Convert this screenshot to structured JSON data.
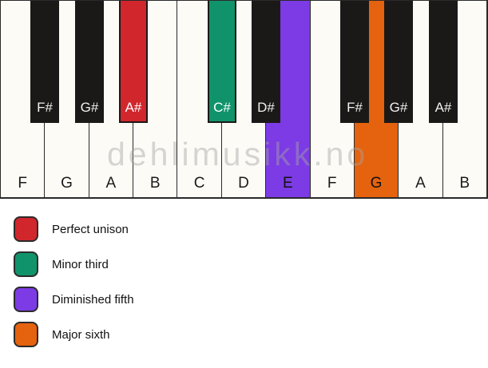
{
  "keyboard": {
    "watermark": "dehlimusikk.no",
    "white_keys": [
      {
        "label": "F",
        "color": "#fcfbf6",
        "label_color": "#1a1a1a"
      },
      {
        "label": "G",
        "color": "#fcfbf6",
        "label_color": "#1a1a1a"
      },
      {
        "label": "A",
        "color": "#fcfbf6",
        "label_color": "#1a1a1a"
      },
      {
        "label": "B",
        "color": "#fcfbf6",
        "label_color": "#1a1a1a"
      },
      {
        "label": "C",
        "color": "#fcfbf6",
        "label_color": "#1a1a1a"
      },
      {
        "label": "D",
        "color": "#fcfbf6",
        "label_color": "#1a1a1a"
      },
      {
        "label": "E",
        "color": "#7c3be5",
        "label_color": "#111111"
      },
      {
        "label": "F",
        "color": "#fcfbf6",
        "label_color": "#1a1a1a"
      },
      {
        "label": "G",
        "color": "#e5620e",
        "label_color": "#111111"
      },
      {
        "label": "A",
        "color": "#fcfbf6",
        "label_color": "#1a1a1a"
      },
      {
        "label": "B",
        "color": "#fcfbf6",
        "label_color": "#1a1a1a"
      }
    ],
    "black_keys": [
      {
        "label": "F#",
        "color": "#1b1918",
        "label_color": "#f0f0f0"
      },
      {
        "label": "G#",
        "color": "#1b1918",
        "label_color": "#f0f0f0"
      },
      {
        "label": "A#",
        "color": "#d2262d",
        "label_color": "#ffffff"
      },
      {
        "label": "C#",
        "color": "#10936b",
        "label_color": "#ffffff"
      },
      {
        "label": "D#",
        "color": "#1b1918",
        "label_color": "#f0f0f0"
      },
      {
        "label": "F#",
        "color": "#1b1918",
        "label_color": "#f0f0f0"
      },
      {
        "label": "G#",
        "color": "#1b1918",
        "label_color": "#f0f0f0"
      },
      {
        "label": "A#",
        "color": "#1b1918",
        "label_color": "#f0f0f0"
      }
    ]
  },
  "legend": {
    "items": [
      {
        "label": "Perfect unison",
        "color": "#d2262d"
      },
      {
        "label": "Minor third",
        "color": "#10936b"
      },
      {
        "label": "Diminished fifth",
        "color": "#7c3be5"
      },
      {
        "label": "Major sixth",
        "color": "#e5620e"
      }
    ]
  }
}
